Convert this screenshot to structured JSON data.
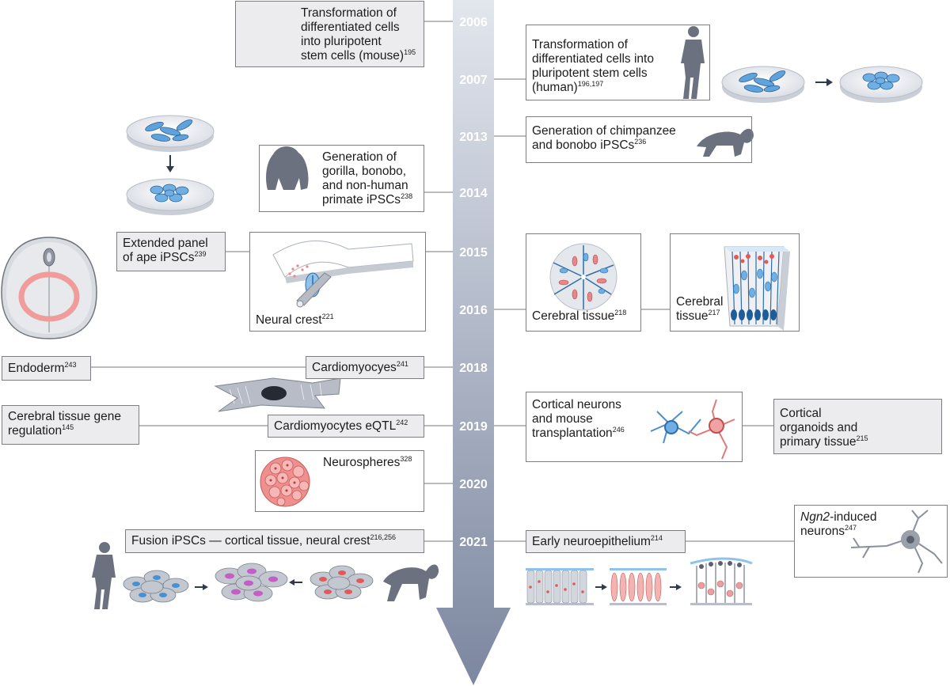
{
  "years": [
    "2006",
    "2007",
    "2013",
    "2014",
    "2015",
    "2016",
    "2018",
    "2019",
    "2020",
    "2021"
  ],
  "events": {
    "e2006": {
      "lines": [
        "Transformation of",
        "differentiated cells",
        "into pluripotent",
        "stem cells (mouse)"
      ],
      "ref": "195"
    },
    "e2007": {
      "lines": [
        "Transformation of",
        "differentiated cells into",
        "pluripotent stem cells",
        "(human)"
      ],
      "ref": "196,197"
    },
    "e2013": {
      "lines": [
        "Generation of chimpanzee",
        "and bonobo iPSCs"
      ],
      "ref": "236"
    },
    "e2014": {
      "lines": [
        "Generation of",
        "gorilla, bonobo,",
        "and non-human",
        "primate iPSCs"
      ],
      "ref": "238"
    },
    "e2015a": {
      "lines": [
        "Extended panel",
        "of ape iPSCs"
      ],
      "ref": "239"
    },
    "e2015b": {
      "label": "Neural crest",
      "ref": "221"
    },
    "e2016a": {
      "label": "Cerebral tissue",
      "ref": "218"
    },
    "e2016b": {
      "lines": [
        "Cerebral",
        "tissue"
      ],
      "ref": "217"
    },
    "e2018a": {
      "label": "Endoderm",
      "ref": "243"
    },
    "e2018b": {
      "label": "Cardiomyocyes",
      "ref": "241"
    },
    "e2019a": {
      "lines": [
        "Cerebral tissue gene",
        "regulation"
      ],
      "ref": "145"
    },
    "e2019b": {
      "label": "Cardiomyocytes eQTL",
      "ref": "242"
    },
    "e2019c": {
      "lines": [
        "Cortical neurons",
        "and mouse",
        "transplantation"
      ],
      "ref": "246"
    },
    "e2019d": {
      "lines": [
        "Cortical",
        "organoids and",
        "primary tissue"
      ],
      "ref": "215"
    },
    "e2020": {
      "label": "Neurospheres",
      "ref": "328"
    },
    "e2021a": {
      "label": "Fusion iPSCs — cortical tissue, neural crest",
      "ref": "216,256"
    },
    "e2021b": {
      "label": "Early neuroepithelium",
      "ref": "214"
    },
    "e2021c": {
      "italic": "Ngn2",
      "rest": "-induced",
      "line2": "neurons",
      "ref": "247"
    }
  },
  "colors": {
    "arrow_top": "#dfe3ea",
    "arrow_bottom": "#7f8aa3",
    "box_fill": "#ececef",
    "box_border": "#7d7d82",
    "cell_blue": "#4a8fd0",
    "cell_red": "#e07a78",
    "cell_magenta": "#c35fc4",
    "silhouette": "#6c7180",
    "connector": "#7a7a7a"
  },
  "icons": [
    "mouse-icon",
    "human-silhouette-icon",
    "chimpanzee-icon",
    "gorilla-icon",
    "petri-dish-icon",
    "embryo-icon",
    "neural-crest-icon",
    "rosette-icon",
    "cortex-tissue-icon",
    "cardiomyocyte-icon",
    "neuron-icon",
    "organoid-icon",
    "neurosphere-icon",
    "neuroepithelium-icon"
  ]
}
